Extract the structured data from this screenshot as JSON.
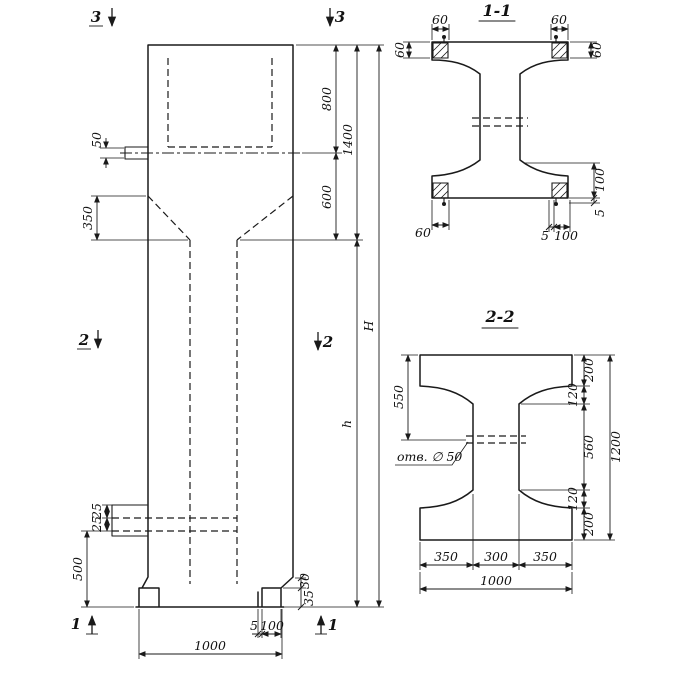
{
  "palette": {
    "ink": "#1a1a1a",
    "paper": "#ffffff"
  },
  "elevation": {
    "markers": {
      "top_left": "3",
      "top_right": "3",
      "mid_left": "2",
      "mid_right": "2",
      "bot_left": "1",
      "bot_right": "1"
    },
    "dims": {
      "plate_offset_50": "50",
      "taper_350": "350",
      "emb_25_a": "25",
      "emb_25_b": "25",
      "base_500": "500",
      "recess_800": "800",
      "taper_zone_600": "600",
      "upper_1400": "1400",
      "overall_H": "H",
      "shaft_h": "h",
      "foot_30": "30",
      "foot_35": "35",
      "foot_plate_5": "5",
      "foot_100": "100",
      "width_1000": "1000"
    }
  },
  "section_1_1": {
    "title": "1-1",
    "dims": {
      "top_left_60": "60",
      "top_right_60": "60",
      "left_60": "60",
      "right_60": "60",
      "bottom_left_60": "60",
      "bottom_plate_5": "5",
      "bottom_plate_100": "100",
      "side_100": "100",
      "side_5": "5"
    }
  },
  "section_2_2": {
    "title": "2-2",
    "hole_label": "отв. ∅ 50",
    "dims": {
      "hole_550": "550",
      "flange_top_200": "200",
      "taper_top_120": "120",
      "web_560": "560",
      "taper_bot_120": "120",
      "flange_bot_200": "200",
      "height_1200": "1200",
      "bottom_350_left": "350",
      "bottom_300": "300",
      "bottom_350_right": "350",
      "bottom_1000": "1000"
    }
  }
}
